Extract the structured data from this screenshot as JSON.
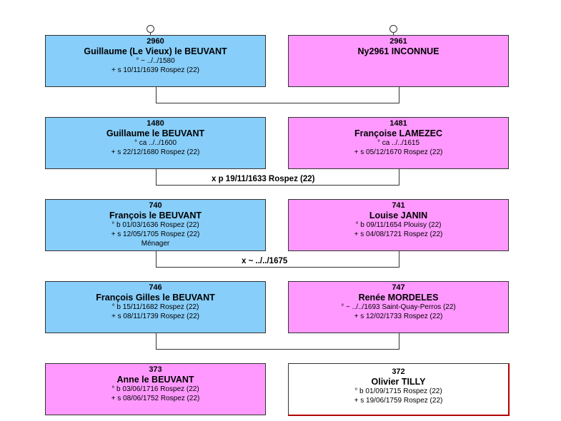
{
  "generations": [
    {
      "father": {
        "num": "2960",
        "name": "Guillaume (Le Vieux) le BEUVANT",
        "lines": [
          "° ~ ../../1580",
          "+ s 10/11/1639 Rospez (22)"
        ]
      },
      "mother": {
        "num": "2961",
        "name": "Ny2961 INCONNUE",
        "lines": []
      },
      "marriage": ""
    },
    {
      "father": {
        "num": "1480",
        "name": "Guillaume le BEUVANT",
        "lines": [
          "° ca ../../1600",
          "+ s 22/12/1680 Rospez (22)"
        ]
      },
      "mother": {
        "num": "1481",
        "name": "Françoise LAMEZEC",
        "lines": [
          "° ca ../../1615",
          "+ s 05/12/1670 Rospez (22)"
        ]
      },
      "marriage": "x p 19/11/1633 Rospez (22)"
    },
    {
      "father": {
        "num": "740",
        "name": "François le BEUVANT",
        "lines": [
          "° b 01/03/1636 Rospez (22)",
          "+ s 12/05/1705 Rospez (22)",
          "Ménager"
        ]
      },
      "mother": {
        "num": "741",
        "name": "Louise JANIN",
        "lines": [
          "° b 09/11/1654 Plouisy (22)",
          "+ s 04/08/1721 Rospez (22)"
        ]
      },
      "marriage": "x ~ ../../1675"
    },
    {
      "father": {
        "num": "746",
        "name": "François Gilles le BEUVANT",
        "lines": [
          "° b 15/11/1682 Rospez (22)",
          "+ s 08/11/1739 Rospez (22)"
        ]
      },
      "mother": {
        "num": "747",
        "name": "Renée MORDELES",
        "lines": [
          "° ~ ../../1693 Saint-Quay-Perros (22)",
          "+ s 12/02/1733 Rospez (22)"
        ]
      },
      "marriage": ""
    },
    {
      "father": {
        "num": "373",
        "name": "Anne le BEUVANT",
        "lines": [
          "° b 03/06/1716 Rospez (22)",
          "+ s 08/06/1752 Rospez (22)"
        ]
      },
      "mother": {
        "num": "372",
        "name": "Olivier TILLY",
        "lines": [
          "° b 01/09/1715 Rospez (22)",
          "+ s 19/06/1759 Rospez (22)"
        ]
      },
      "marriage": ""
    }
  ],
  "colors": {
    "male": "#87cefa",
    "female": "#ff99ff",
    "unknown": "#ffffff"
  }
}
